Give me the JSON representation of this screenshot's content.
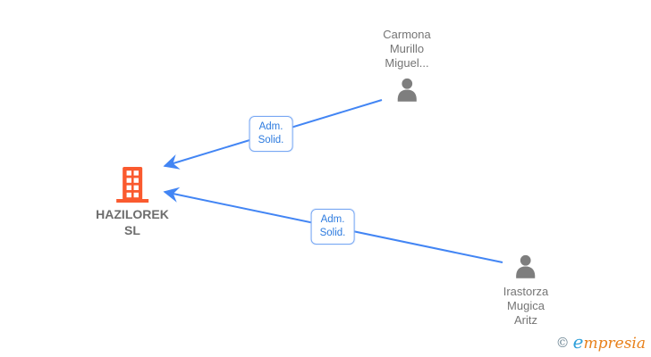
{
  "nodes": {
    "company": {
      "type": "company",
      "icon": "building-icon",
      "label_line1": "HAZILOREK",
      "label_line2": "SL"
    },
    "person_top": {
      "type": "person",
      "icon": "person-icon",
      "label_line1": "Carmona",
      "label_line2": "Murillo",
      "label_line3": "Miguel..."
    },
    "person_bottom": {
      "type": "person",
      "icon": "person-icon",
      "label_line1": "Irastorza",
      "label_line2": "Mugica",
      "label_line3": "Aritz"
    }
  },
  "edges": {
    "top": {
      "label_line1": "Adm.",
      "label_line2": "Solid."
    },
    "bottom": {
      "label_line1": "Adm.",
      "label_line2": "Solid."
    }
  },
  "colors": {
    "arrow": "#4285F4",
    "building_icon": "#FA5A2F",
    "person_icon": "#7E7E7E",
    "person_label_text": "#757575",
    "company_label_text": "#6D6D6D",
    "edge_label_text": "#2D7BDF",
    "edge_label_border": "#79A8F3",
    "watermark_copyright": "#6B8493",
    "watermark_initial": "#2FA0DA",
    "watermark_rest": "#E8811C"
  },
  "watermark": {
    "copyright": "©",
    "brand_initial": "e",
    "brand_rest": "mpresia"
  }
}
